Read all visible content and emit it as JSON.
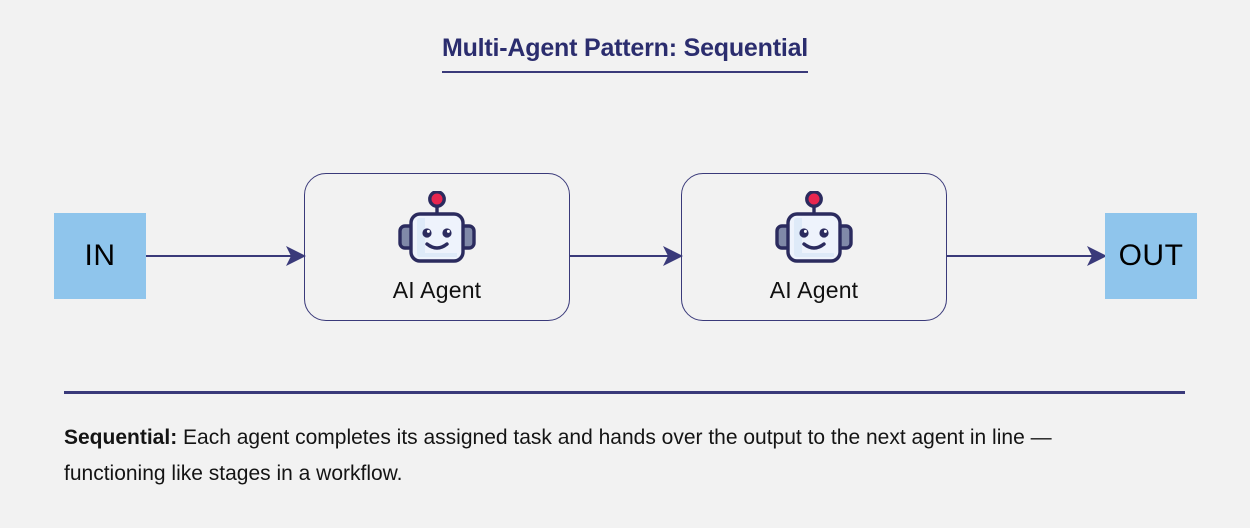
{
  "title": {
    "text": "Multi-Agent Pattern: Sequential"
  },
  "diagram": {
    "input": {
      "label": "IN"
    },
    "output": {
      "label": "OUT"
    },
    "agents": [
      {
        "label": "AI Agent",
        "icon": "robot-icon"
      },
      {
        "label": "AI Agent",
        "icon": "robot-icon"
      }
    ],
    "arrows": [
      {
        "name": "arrow-in-to-agent-1"
      },
      {
        "name": "arrow-agent-1-to-agent-2"
      },
      {
        "name": "arrow-agent-2-to-out"
      }
    ]
  },
  "caption": {
    "lead": "Sequential:",
    "body": " Each agent completes its assigned task and hands over the output to the next agent in line — functioning like stages in a workflow."
  },
  "colors": {
    "background": "#f2f2f2",
    "title_navy": "#2b2d6e",
    "line_navy": "#3a3a7a",
    "terminal_blue": "#8fc5ec",
    "robot_outline": "#2b2b5e",
    "robot_face": "#eef3fc",
    "robot_ear": "#8089a8",
    "antenna_red": "#e8264f",
    "text_black": "#141414"
  }
}
